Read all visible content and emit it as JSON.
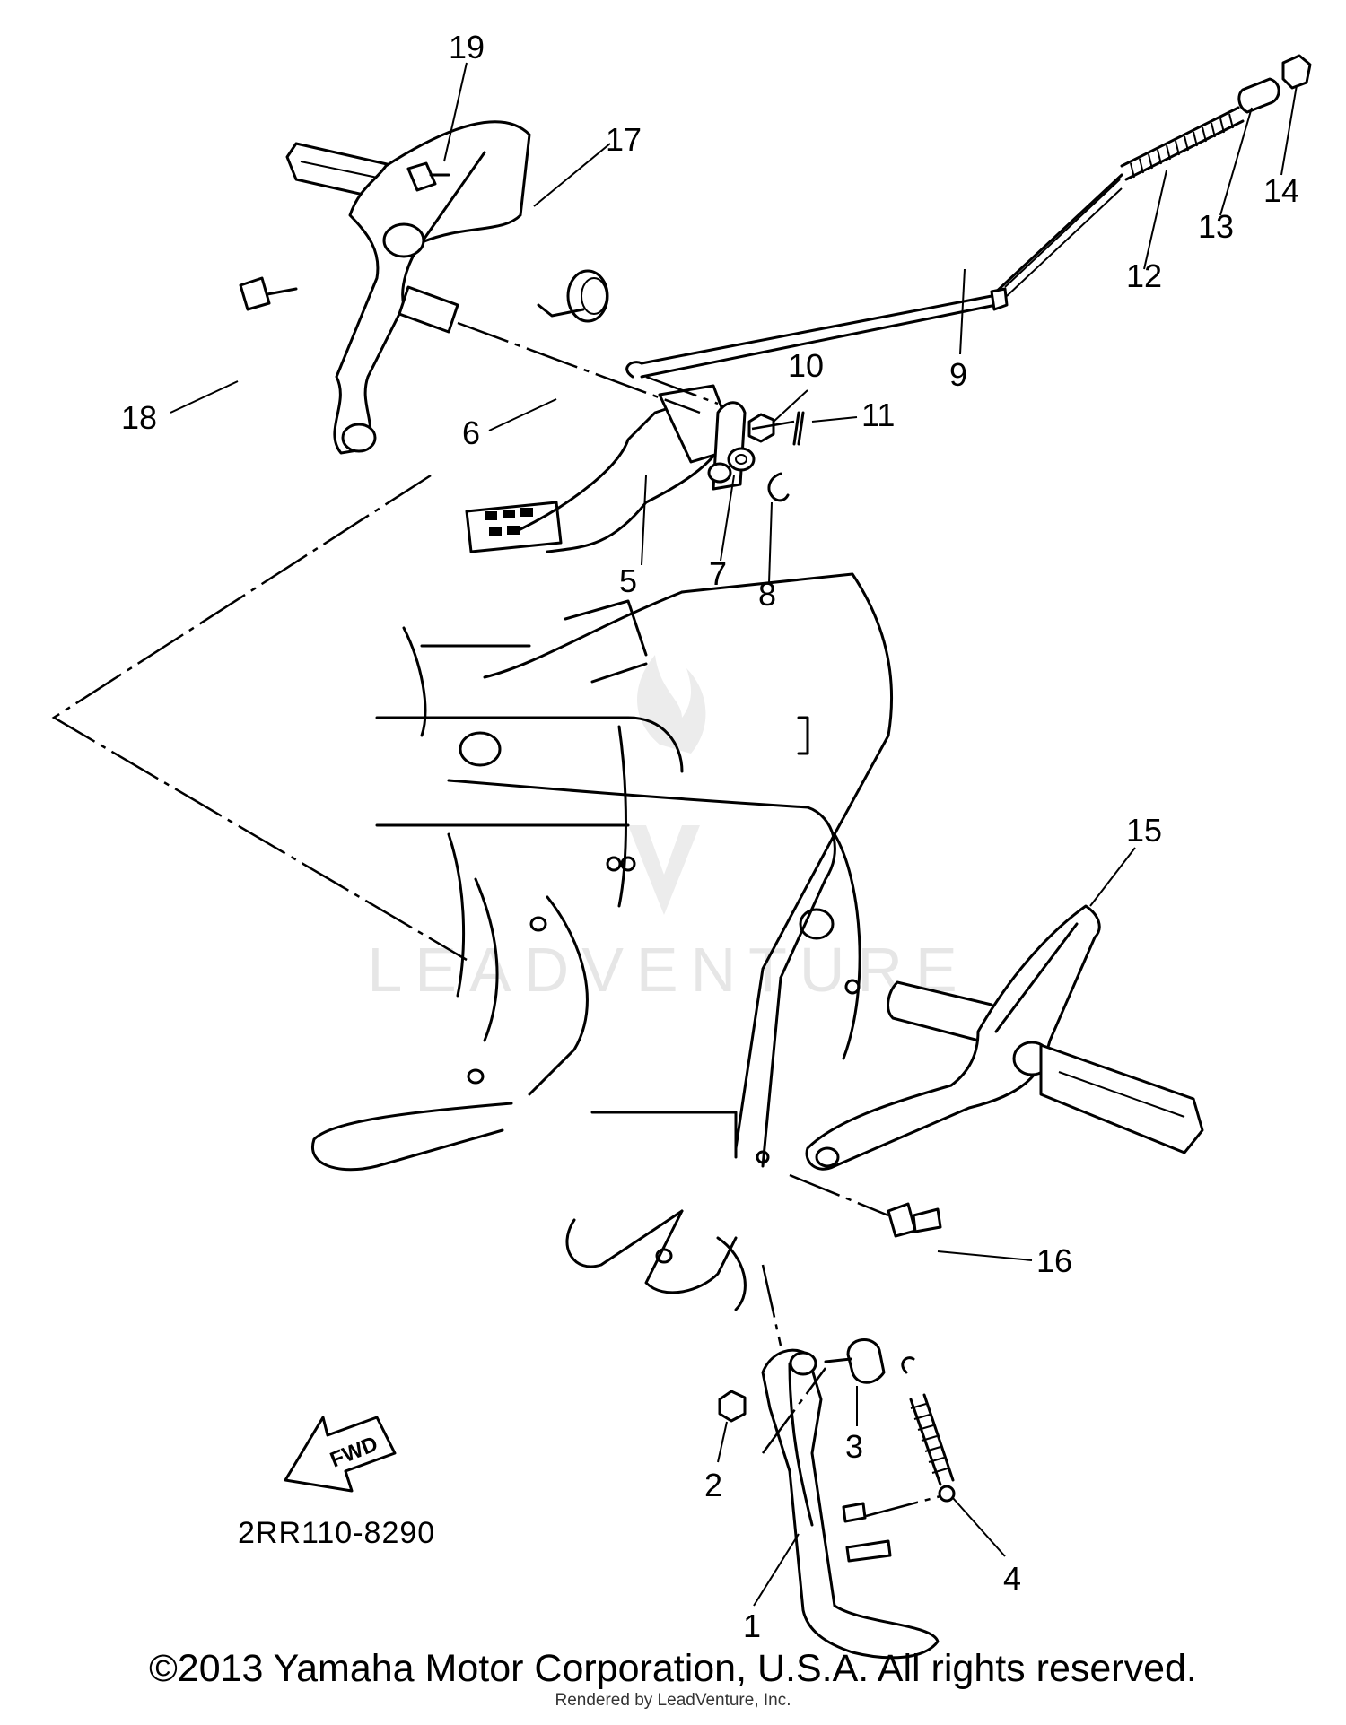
{
  "diagram": {
    "code": "2RR110-8290",
    "fwd_label": "FWD",
    "watermark_text": "LEADVENTURE",
    "parts": [
      {
        "number": "1"
      },
      {
        "number": "2"
      },
      {
        "number": "3"
      },
      {
        "number": "4"
      },
      {
        "number": "5"
      },
      {
        "number": "6"
      },
      {
        "number": "7"
      },
      {
        "number": "8"
      },
      {
        "number": "9"
      },
      {
        "number": "10"
      },
      {
        "number": "11"
      },
      {
        "number": "12"
      },
      {
        "number": "13"
      },
      {
        "number": "14"
      },
      {
        "number": "15"
      },
      {
        "number": "16"
      },
      {
        "number": "17"
      },
      {
        "number": "18"
      },
      {
        "number": "19"
      }
    ]
  },
  "footer": {
    "copyright": "©2013 Yamaha Motor Corporation, U.S.A. All rights reserved.",
    "render_note": "Rendered by LeadVenture, Inc."
  }
}
